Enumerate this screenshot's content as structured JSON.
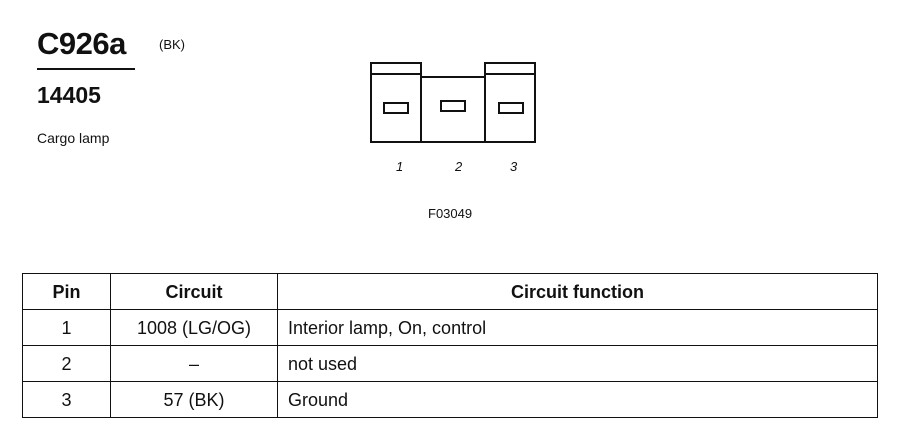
{
  "connector": {
    "id": "C926a",
    "color_code": "(BK)",
    "part_number": "14405",
    "description": "Cargo lamp",
    "figure_code": "F03049",
    "pin_labels": [
      "1",
      "2",
      "3"
    ]
  },
  "table": {
    "headers": {
      "pin": "Pin",
      "circuit": "Circuit",
      "function": "Circuit function"
    },
    "rows": [
      {
        "pin": "1",
        "circuit": "1008 (LG/OG)",
        "function": "Interior lamp, On, control"
      },
      {
        "pin": "2",
        "circuit": "–",
        "function": "not used"
      },
      {
        "pin": "3",
        "circuit": "57 (BK)",
        "function": "Ground"
      }
    ]
  }
}
